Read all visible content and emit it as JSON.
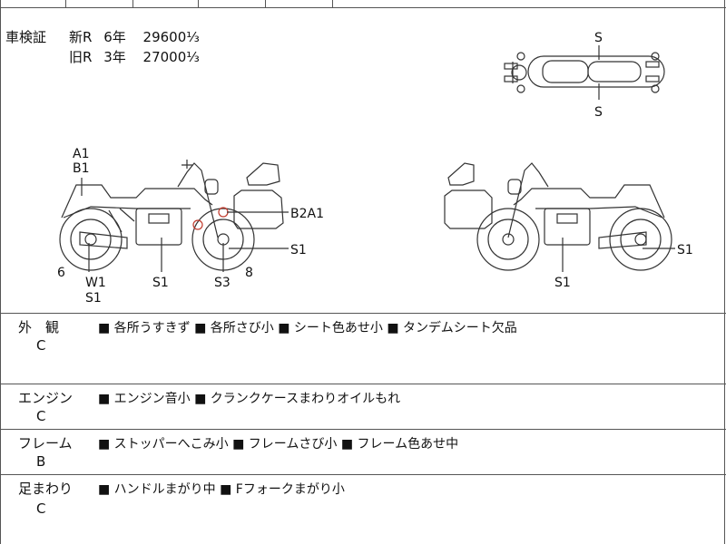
{
  "inspection": {
    "label": "車検証",
    "rows": [
      {
        "type": "新R",
        "years": "6年",
        "price": "29600⅓"
      },
      {
        "type": "旧R",
        "years": "3年",
        "price": "27000⅓"
      }
    ]
  },
  "diagram_labels": {
    "top_s1": "S",
    "top_s2": "S",
    "a1": "A1",
    "b1": "B1",
    "b2a1": "B2A1",
    "s1_rear_left": "S1",
    "n6": "6",
    "w1": "W1",
    "s1_w": "S1",
    "s1_engine_left": "S1",
    "s3": "S3",
    "n8": "8",
    "s1_engine_right": "S1",
    "s1_front_right": "S1"
  },
  "sections": [
    {
      "title": "外　観",
      "grade": "C",
      "items": "■ 各所うすきず ■ 各所さび小 ■ シート色あせ小 ■ タンデムシート欠品"
    },
    {
      "title": "エンジン",
      "grade": "C",
      "items": "■ エンジン音小 ■ クランクケースまわりオイルもれ"
    },
    {
      "title": "フレーム",
      "grade": "B",
      "items": "■ ストッパーへこみ小 ■ フレームさび小 ■ フレーム色あせ中"
    },
    {
      "title": "足まわり",
      "grade": "C",
      "items": "■ ハンドルまがり中 ■ Fフォークまがり小"
    }
  ]
}
